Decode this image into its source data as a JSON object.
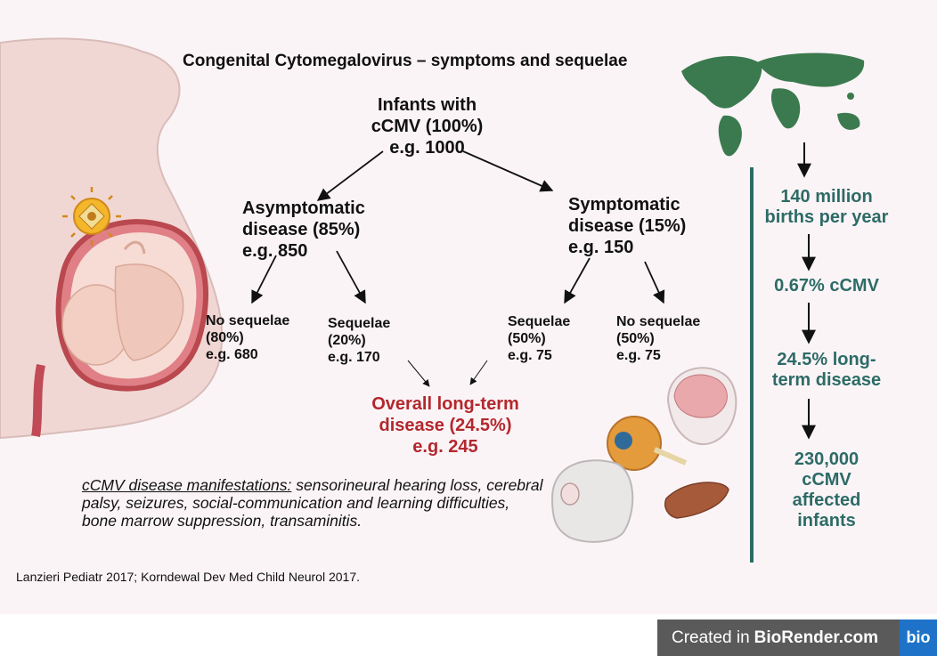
{
  "title": "Congenital Cytomegalovirus – symptoms and sequelae",
  "root": {
    "lines": [
      "Infants with",
      "cCMV (100%)",
      "e.g. 1000"
    ]
  },
  "asymptomatic": {
    "lines": [
      "Asymptomatic",
      "disease (85%)",
      "e.g. 850"
    ]
  },
  "symptomatic": {
    "lines": [
      "Symptomatic",
      "disease (15%)",
      "e.g. 150"
    ]
  },
  "leaves": [
    {
      "lines": [
        "No sequelae",
        "(80%)",
        "e.g. 680"
      ]
    },
    {
      "lines": [
        "Sequelae",
        "(20%)",
        "e.g. 170"
      ]
    },
    {
      "lines": [
        "Sequelae",
        "(50%)",
        "e.g. 75"
      ]
    },
    {
      "lines": [
        "No sequelae",
        "(50%)",
        "e.g. 75"
      ]
    }
  ],
  "overall": {
    "lines": [
      "Overall long-term",
      "disease (24.5%)",
      "e.g. 245"
    ]
  },
  "manifestations": {
    "lead": "cCMV disease manifestations:",
    "text": " sensorineural hearing loss, cerebral palsy, seizures, social-communication and learning difficulties, bone marrow suppression, transaminitis."
  },
  "global_flow": [
    {
      "lines": [
        "140 million",
        "births per year"
      ]
    },
    {
      "lines": [
        "0.67% cCMV"
      ]
    },
    {
      "lines": [
        "24.5% long-",
        "term disease"
      ]
    },
    {
      "lines": [
        "230,000",
        "cCMV",
        "affected",
        "infants"
      ]
    }
  ],
  "references": "Lanzieri Pediatr 2017; Korndewal Dev Med Child Neurol 2017.",
  "watermark": {
    "prefix": "Created in",
    "brand": "BioRender.com",
    "logo": "bio"
  },
  "colors": {
    "accent_teal": "#2d6b66",
    "overall_red": "#b3282d",
    "map_green": "#3b7a4e"
  }
}
